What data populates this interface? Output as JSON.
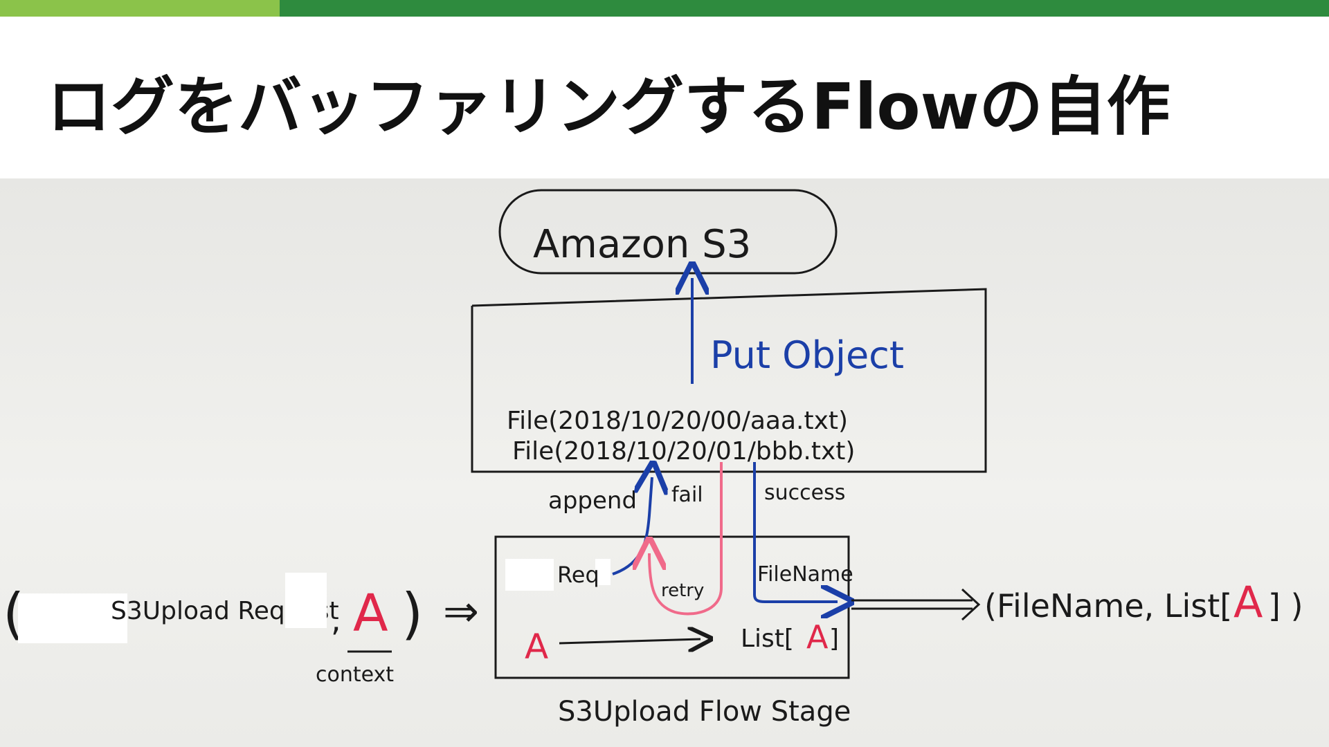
{
  "colors": {
    "bar_light": "#8bc34a",
    "bar_dark": "#2e8b3e",
    "ink_black": "#1a1a1a",
    "ink_blue": "#1b3fa8",
    "ink_red": "#e0284a",
    "ink_pink": "#f06a8a"
  },
  "slide": {
    "title": "ログをバッファリングするFlowの自作"
  },
  "diagram": {
    "s3": "Amazon  S3",
    "put_object": "Put Object",
    "file_1": "File(2018/10/20/00/aaa.txt)",
    "file_2": "File(2018/10/20/01/bbb.txt)",
    "append": "append",
    "fail": "fail",
    "success": "success",
    "req": "Req",
    "retry": "retry",
    "file_name": "FileName",
    "input_open": "(",
    "input_request": "S3Upload Request",
    "input_comma": ",",
    "input_a": "A",
    "input_close": ")",
    "context": "context",
    "implies": "⇒",
    "stage_a": "A",
    "stage_list": "List[",
    "stage_list_a": "A",
    "stage_list_close": "]",
    "output_open": "(FileName, List[",
    "output_a": "A",
    "output_close": "] )",
    "stage_name": "S3Upload Flow Stage"
  }
}
